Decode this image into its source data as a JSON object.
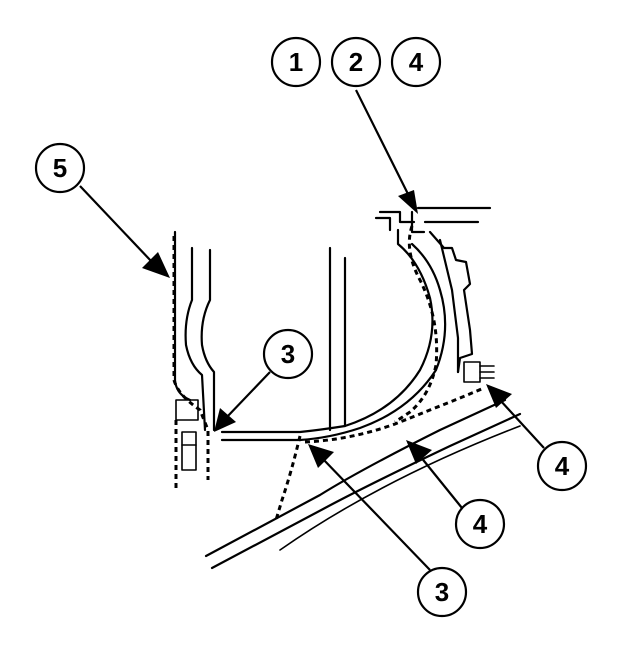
{
  "callouts": [
    {
      "id": "c1",
      "label": "1"
    },
    {
      "id": "c2",
      "label": "2"
    },
    {
      "id": "c3",
      "label": "4"
    },
    {
      "id": "c4",
      "label": "5"
    },
    {
      "id": "c5",
      "label": "3"
    },
    {
      "id": "c6",
      "label": "3"
    },
    {
      "id": "c7",
      "label": "4"
    },
    {
      "id": "c8",
      "label": "4"
    }
  ]
}
